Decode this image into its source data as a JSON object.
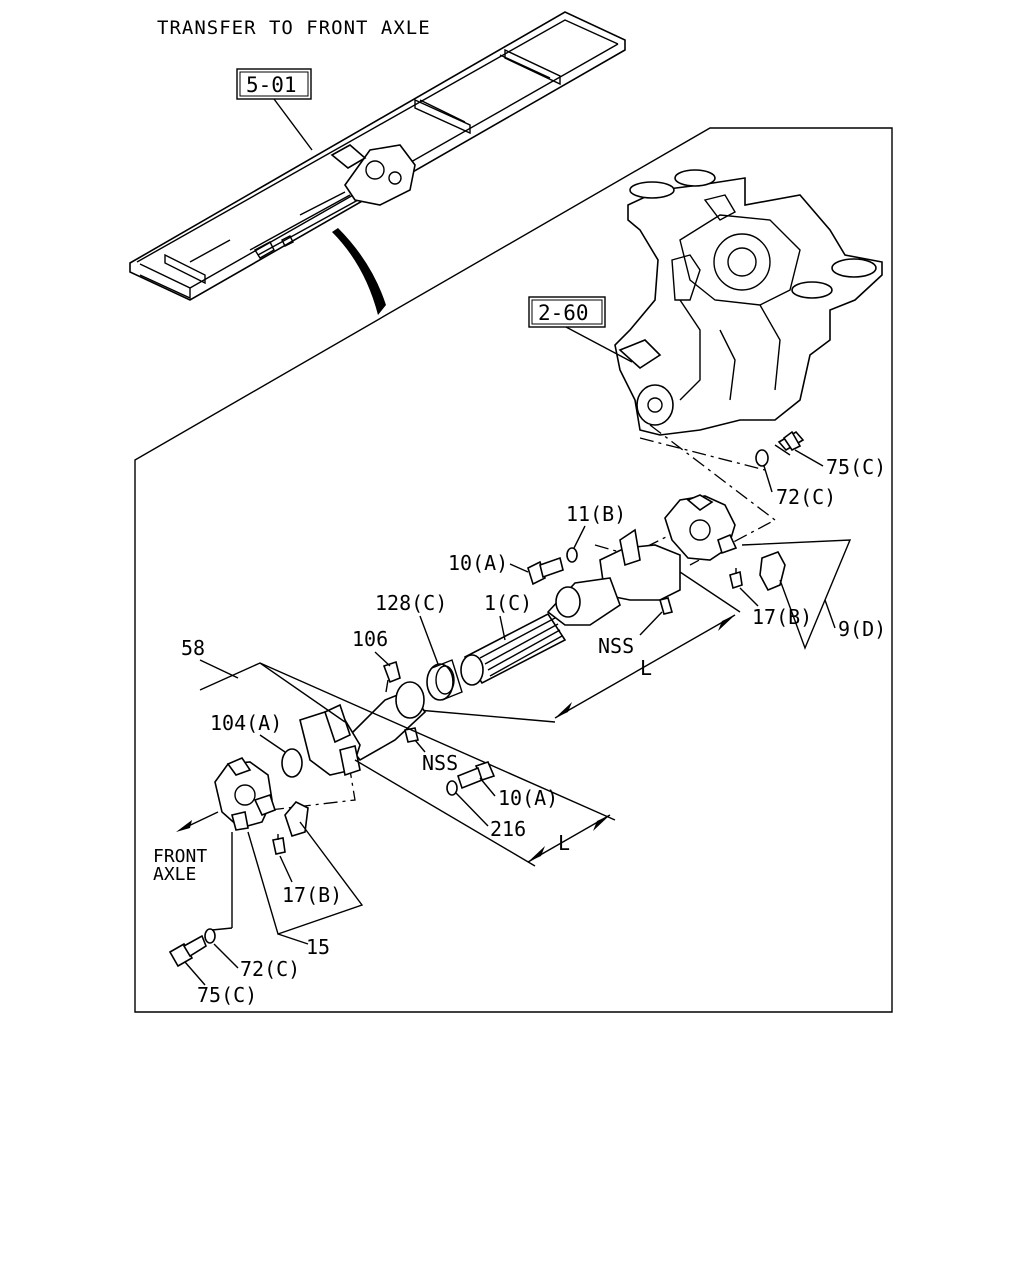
{
  "title": "TRANSFER TO FRONT AXLE",
  "references": {
    "frame_ref": "5-01",
    "transfer_ref": "2-60"
  },
  "labels": {
    "bolt_75c_top": "75(C)",
    "washer_72c_top": "72(C)",
    "washer_11b": "11(B)",
    "bolt_10a_top": "10(A)",
    "flange_9d": "9(D)",
    "nipple_17b_right": "17(B)",
    "shaft_1c": "1(C)",
    "seal_128c": "128(C)",
    "nss_top": "NSS",
    "length_top": "L",
    "fitting_106": "106",
    "assembly_58": "58",
    "plug_104a": "104(A)",
    "nss_lower": "NSS",
    "bolt_10a_lower": "10(A)",
    "washer_216": "216",
    "length_lower": "L",
    "front_axle": [
      "FRONT",
      "AXLE"
    ],
    "nipple_17b_left": "17(B)",
    "joint_15": "15",
    "washer_72c_bottom": "72(C)",
    "bolt_75c_bottom": "75(C)"
  }
}
